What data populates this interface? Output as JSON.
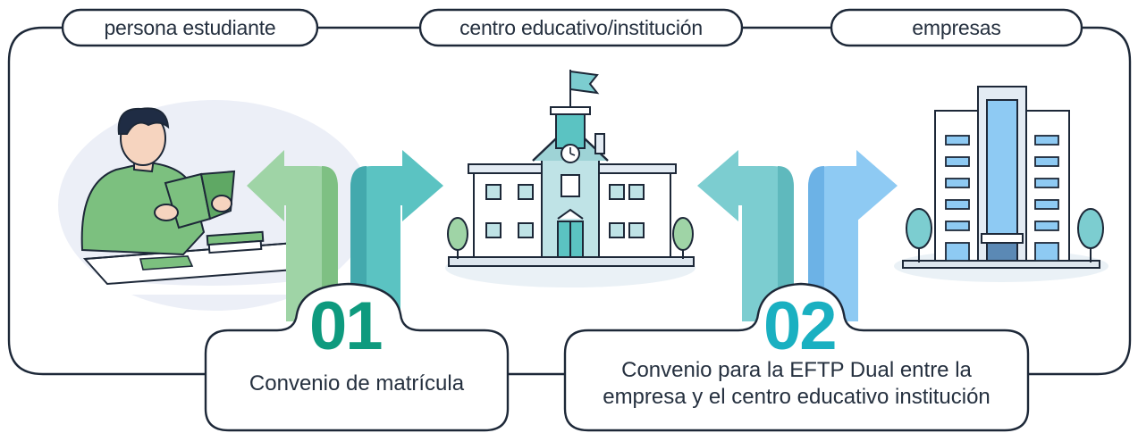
{
  "header_labels": {
    "student": "persona estudiante",
    "institution": "centro educativo/institución",
    "companies": "empresas"
  },
  "agreements": [
    {
      "number": "01",
      "text": "Convenio de matrícula",
      "color": "#0e9a7e"
    },
    {
      "number": "02",
      "line1": "Convenio para la EFTP Dual entre la",
      "line2": "empresa y el centro educativo institución",
      "color": "#1ab0c1"
    }
  ],
  "colors": {
    "outline": "#1d2838",
    "arrow_green": "#9fd4a6",
    "arrow_teal": "#5bc3c2",
    "arrow_teal_light": "#7ccdd0",
    "arrow_blue": "#8ecaf3"
  },
  "icons": [
    "student-reading-illustration",
    "school-building-illustration",
    "office-building-illustration",
    "arrow-up-left-icon",
    "arrow-up-right-icon"
  ]
}
